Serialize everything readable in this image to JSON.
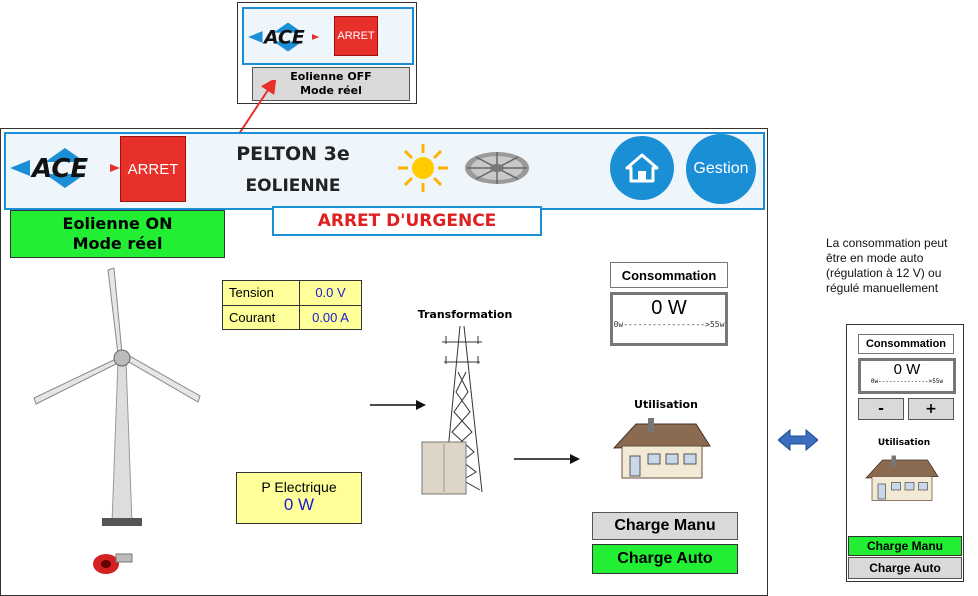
{
  "inset_top": {
    "arret_label": "ARRET",
    "status_line1": "Eolienne OFF",
    "status_line2": "Mode réel"
  },
  "header": {
    "logo_text": "ACE",
    "arret_label": "ARRET",
    "title_line1": "PELTON 3e",
    "title_line2": "EOLIENNE",
    "gestion_label": "Gestion"
  },
  "emergency": {
    "label": "ARRET D'URGENCE"
  },
  "status": {
    "line1": "Eolienne ON",
    "line2": "Mode réel"
  },
  "measures": {
    "rows": [
      {
        "label": "Tension",
        "value": "0.0 V"
      },
      {
        "label": "Courant",
        "value": "0.00 A"
      }
    ]
  },
  "power": {
    "label": "P Electrique",
    "value": "0 W"
  },
  "transformation": {
    "label": "Transformation"
  },
  "consumption": {
    "label": "Consommation",
    "value": "0 W",
    "scale": "0w----------------->55w"
  },
  "utilisation": {
    "label": "Utilisation"
  },
  "charge": {
    "manu_label": "Charge Manu",
    "auto_label": "Charge Auto"
  },
  "note": {
    "line1": "La consommation peut",
    "line2": "être en mode auto",
    "line3": "(régulation à 12 V) ou",
    "line4": "régulé manuellement"
  },
  "side_panel": {
    "consumption_label": "Consommation",
    "value": "0 W",
    "scale": "0w-------------->55w",
    "minus_label": "-",
    "plus_label": "+",
    "utilisation_label": "Utilisation",
    "manu_label": "Charge Manu",
    "auto_label": "Charge Auto"
  },
  "colors": {
    "accent_blue": "#1a8fd6",
    "arret_red": "#e8302b",
    "active_green": "#22ee33",
    "emergency_red": "#e02020"
  },
  "icons": [
    "ace-logo",
    "sun-icon",
    "turbine-icon",
    "home-icon",
    "wind-turbine",
    "pylon",
    "house",
    "red-plug",
    "double-arrow-icon"
  ]
}
